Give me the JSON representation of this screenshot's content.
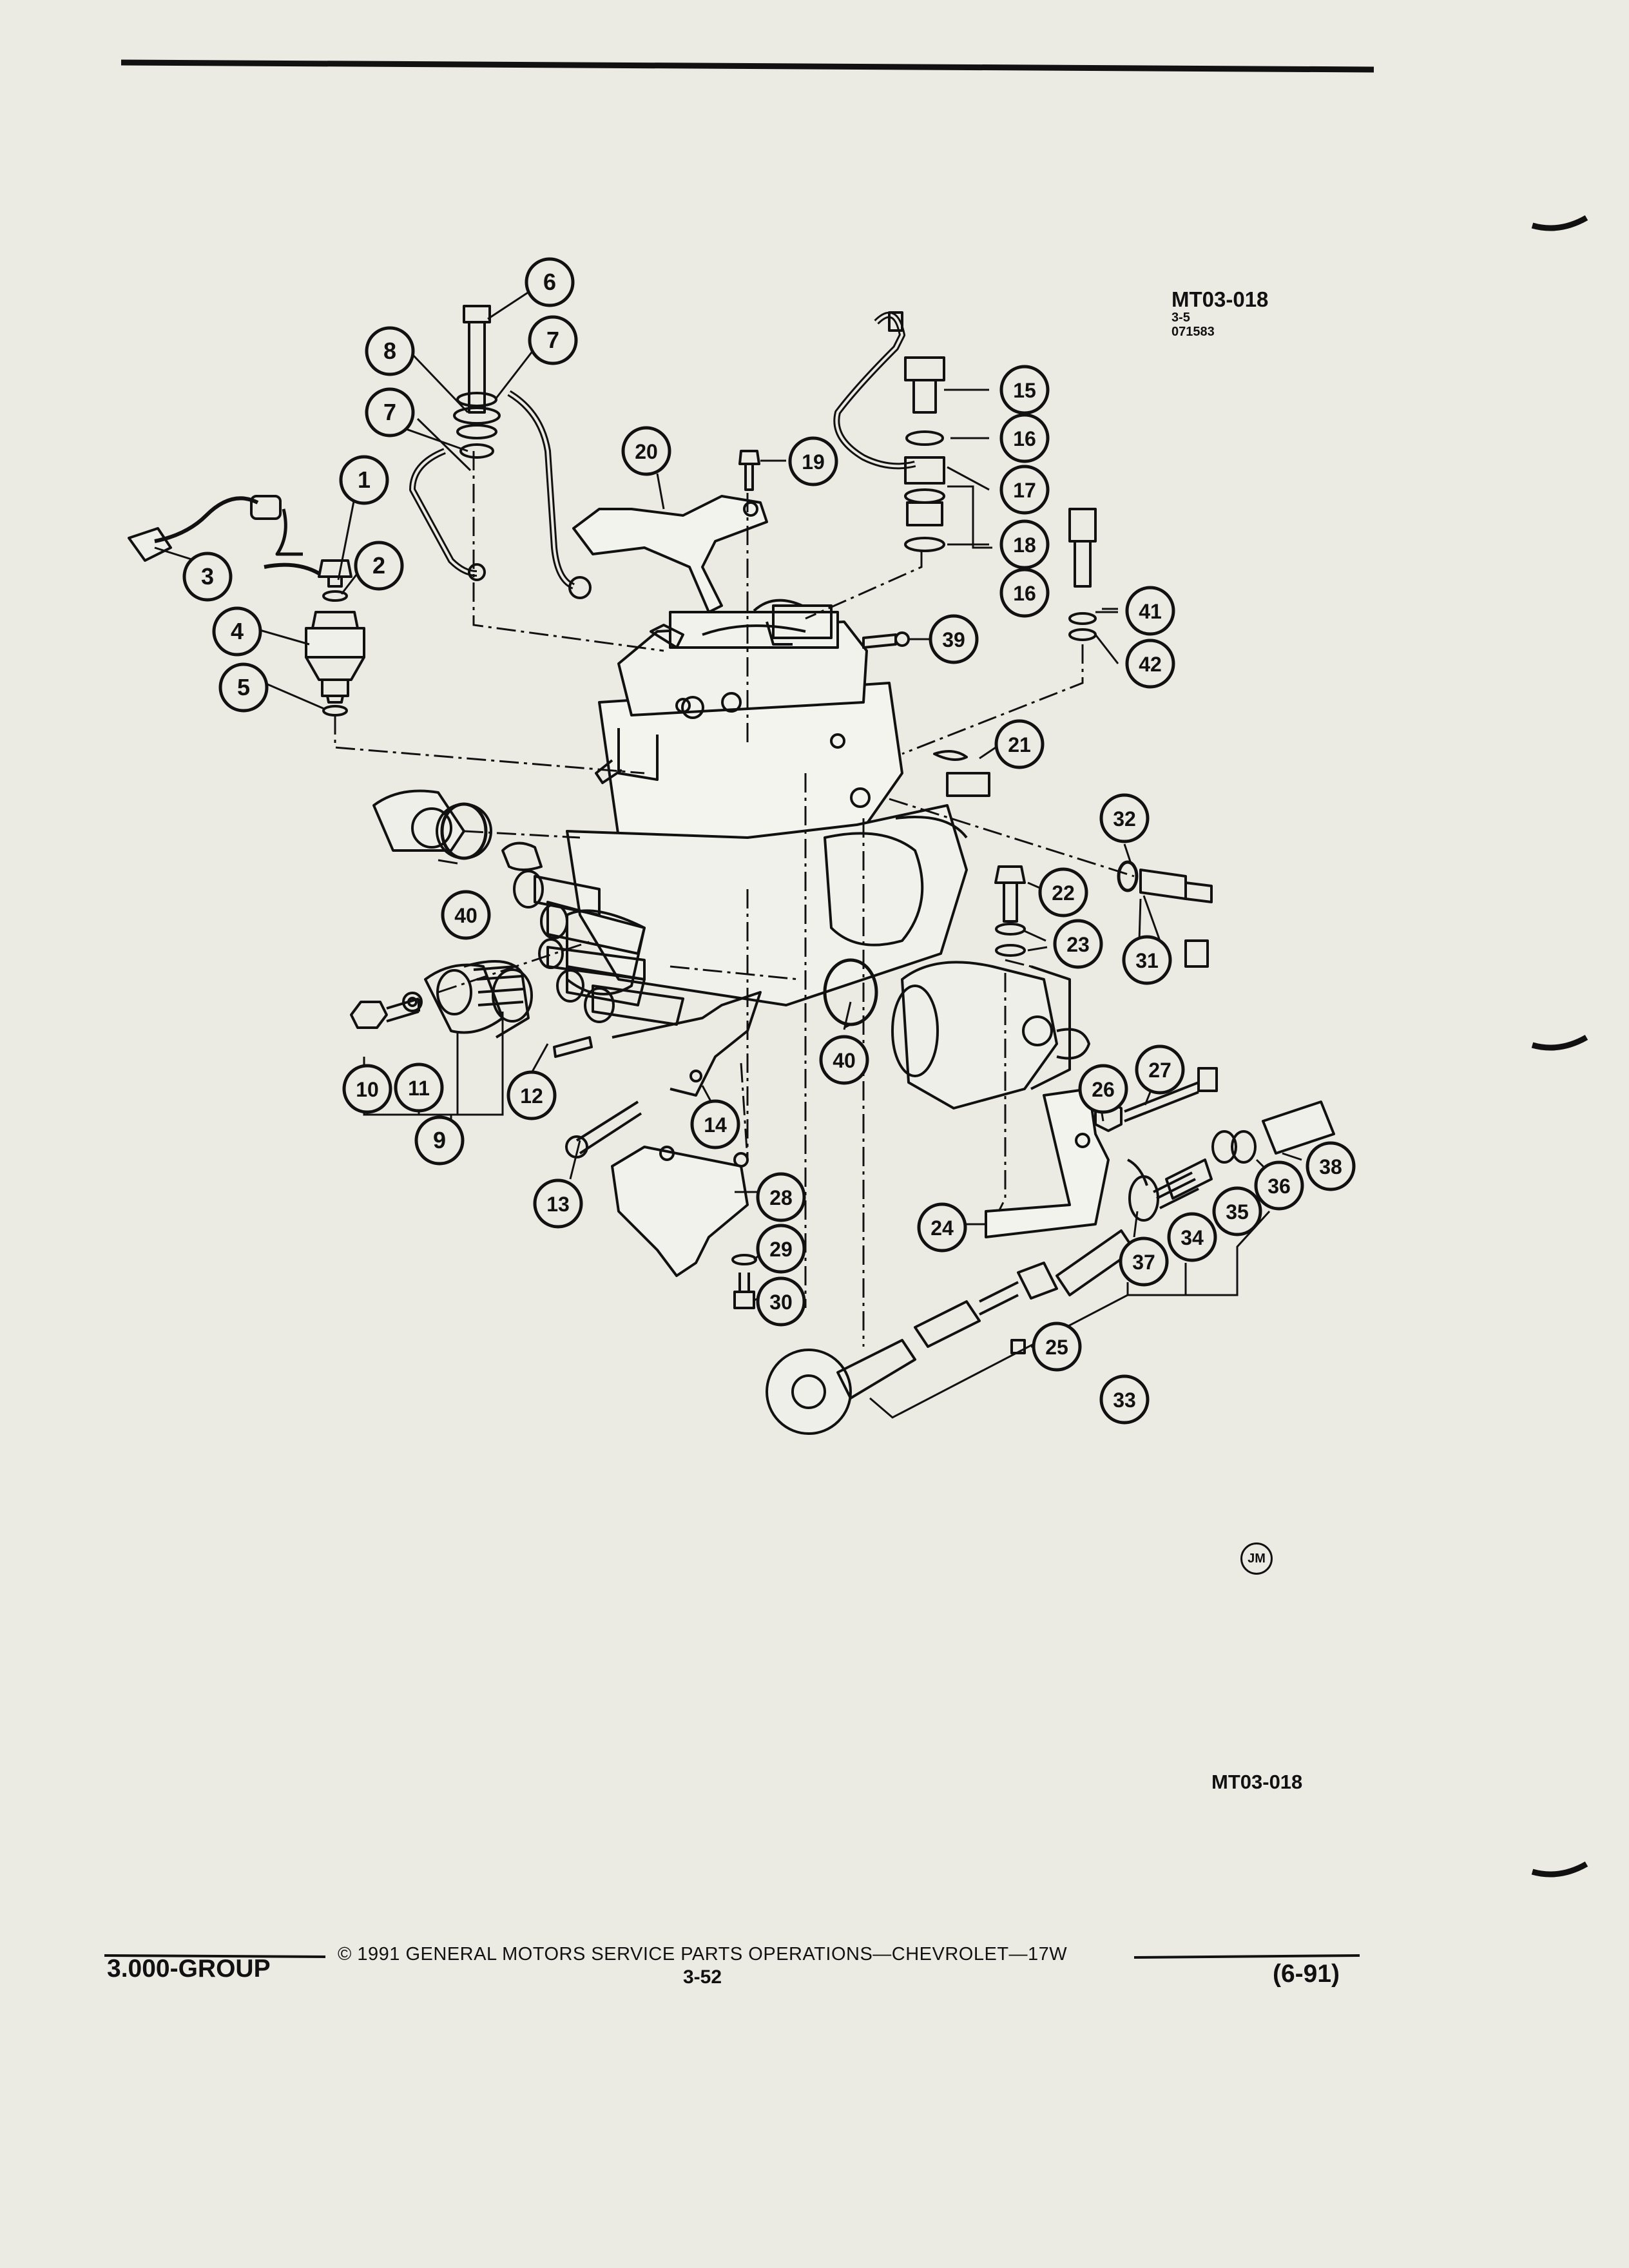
{
  "header": {
    "figure_id": "MT03-018",
    "figure_sub_1": "3-5",
    "figure_sub_2": "071583"
  },
  "callouts": [
    "1",
    "2",
    "3",
    "4",
    "5",
    "6",
    "7",
    "8",
    "9",
    "10",
    "11",
    "12",
    "13",
    "14",
    "15",
    "16",
    "17",
    "18",
    "19",
    "20",
    "21",
    "22",
    "23",
    "24",
    "25",
    "26",
    "27",
    "28",
    "29",
    "30",
    "31",
    "32",
    "33",
    "34",
    "35",
    "36",
    "37",
    "38",
    "39",
    "40",
    "41",
    "42"
  ],
  "illustrator_mark": "JM",
  "bottom_figure_id": "MT03-018",
  "footer": {
    "copyright": "© 1991 GENERAL MOTORS SERVICE PARTS OPERATIONS—CHEVROLET—17W",
    "group": "3.000-GROUP",
    "page": "3-52",
    "date": "(6-91)"
  }
}
